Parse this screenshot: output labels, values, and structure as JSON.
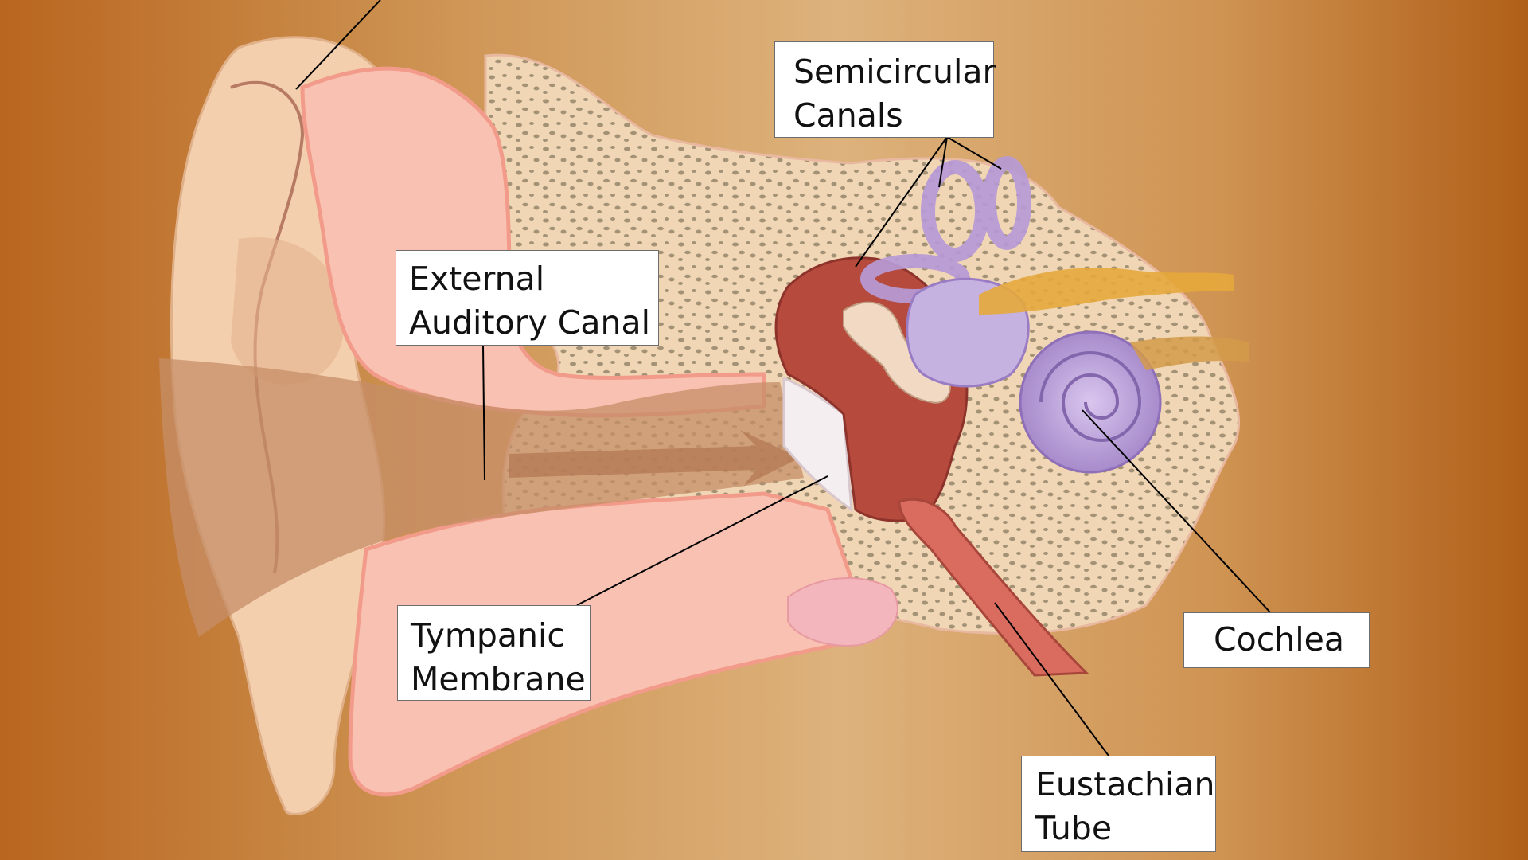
{
  "labels": {
    "semicircular_canals": [
      "Semicircular",
      "Canals"
    ],
    "external_auditory_canal": [
      "External",
      "Auditory Canal"
    ],
    "tympanic_membrane": [
      "Tympanic",
      "Membrane"
    ],
    "cochlea": [
      "Cochlea"
    ],
    "eustachian_tube": [
      "Eustachian",
      "Tube"
    ]
  },
  "colors": {
    "background_edge": "#b9661f",
    "background_center": "#ddb27c",
    "bone": "#f0d6b4",
    "bone_spots": "#9c8b72",
    "soft_tissue": "#f9c1b1",
    "skin": "#f3cfae",
    "middle_ear": "#b54a3d",
    "inner_ear": "#b79ad6",
    "nerve": "#e6a83c",
    "leader_line": "#000000"
  }
}
